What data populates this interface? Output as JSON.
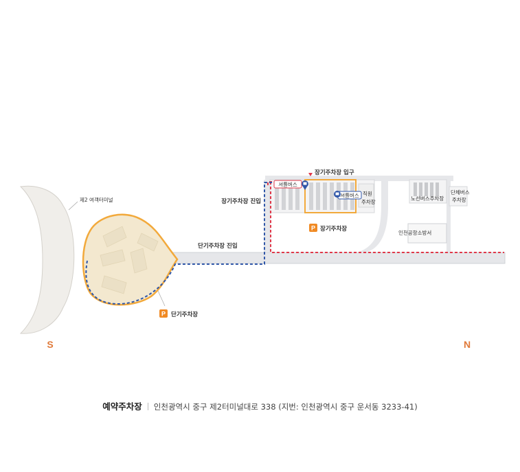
{
  "map": {
    "terminal_label": "제2 여객터미널",
    "long_term_entry_label": "장기주차장 진입",
    "long_term_entrance_label": "장기주차장 입구",
    "short_term_entry_label": "단기주차장 진입",
    "long_term_parking_label": "장기주차장",
    "short_term_parking_label": "단기주차장",
    "shuttle_stop_red": "셔틀버스",
    "shuttle_stop_blue": "셔틀버스",
    "staff_parking_label_line1": "직원",
    "staff_parking_label_line2": "주차장",
    "bus_parking_label": "노선버스주차장",
    "group_bus_label_line1": "단체버스",
    "group_bus_label_line2": "주차장",
    "fire_station_label": "인천공항소방서",
    "parking_icon": "P",
    "compass_south": "S",
    "compass_north": "N"
  },
  "footer": {
    "facility_name": "예약주차장",
    "address": "인천광역시 중구 제2터미널대로 338 (지번: 인천광역시 중구 운서동 3233-41)"
  },
  "colors": {
    "road": "#e6e7ea",
    "road_edge": "#cfd2d6",
    "terminal_fill": "#f0eeea",
    "short_term_fill": "#f3e8cf",
    "orange_outline": "#f2a93b",
    "route_red": "#e0394a",
    "route_blue": "#2f56a8",
    "parking_badge": "#f08a24",
    "compass": "#e07a3a"
  }
}
